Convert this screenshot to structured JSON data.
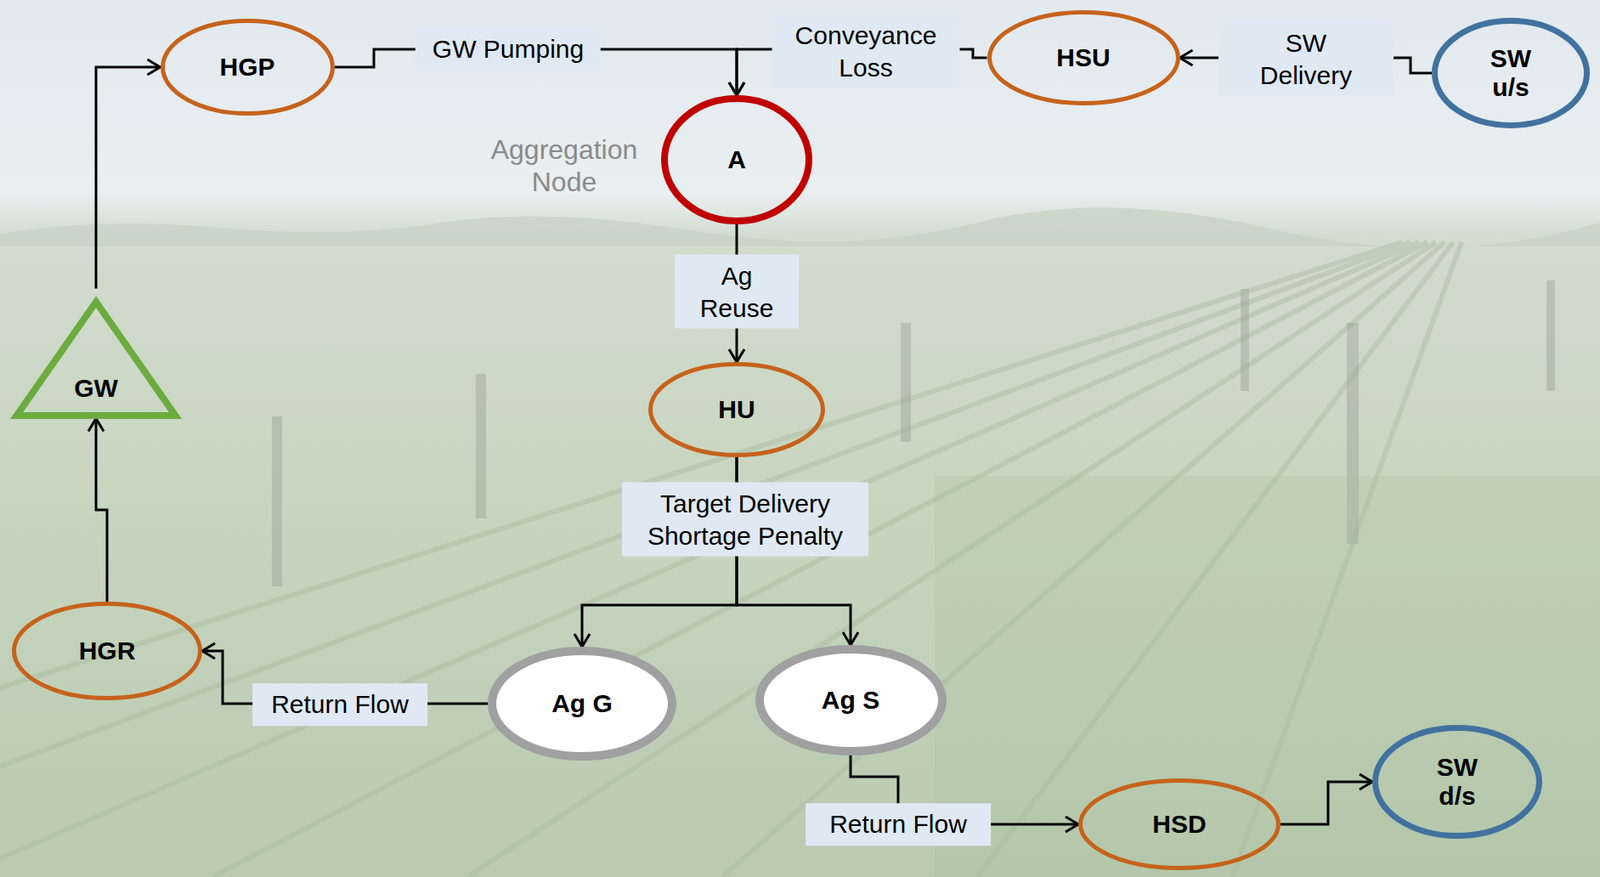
{
  "diagram": {
    "nodes": [
      {
        "text": [
          "HGP"
        ]
      },
      {
        "text": [
          "HSU"
        ]
      },
      {
        "text": [
          "SW u/s"
        ]
      },
      {
        "text": [
          "Aggregation Node",
          "A"
        ]
      },
      {
        "text": [
          "GW"
        ]
      },
      {
        "text": [
          "HU"
        ]
      },
      {
        "text": [
          "HGR"
        ]
      },
      {
        "text": [
          "Ag G"
        ]
      },
      {
        "text": [
          "Ag S"
        ]
      },
      {
        "text": [
          "SW d/s"
        ]
      },
      {
        "text": [
          "HSD"
        ]
      }
    ],
    "edges": [
      {
        "from": 0,
        "to": 3,
        "label": "GW Pumping",
        "arrow": "to"
      },
      {
        "from": 1,
        "to": 3,
        "label": "Conveyance Loss",
        "arrow": "to"
      },
      {
        "from": 2,
        "to": 1,
        "label": "SW Delivery",
        "arrow": "to"
      },
      {
        "from": 3,
        "to": 5,
        "label": "Ag Reuse",
        "arrow": "to"
      },
      {
        "from": 5,
        "to": 7,
        "label": "Target Delivery Shortage Penalty",
        "arrow": "to"
      },
      {
        "from": 5,
        "to": 8,
        "arrow": "to"
      },
      {
        "from": 7,
        "to": 6,
        "label": "Return Flow",
        "arrow": "to"
      },
      {
        "from": 8,
        "to": 10,
        "label": "Return Flow",
        "arrow": "to"
      },
      {
        "from": 10,
        "to": 9,
        "arrow": "to"
      },
      {
        "from": 6,
        "to": 4,
        "arrow": "to"
      },
      {
        "from": 4,
        "to": 0,
        "arrow": "to"
      }
    ]
  }
}
